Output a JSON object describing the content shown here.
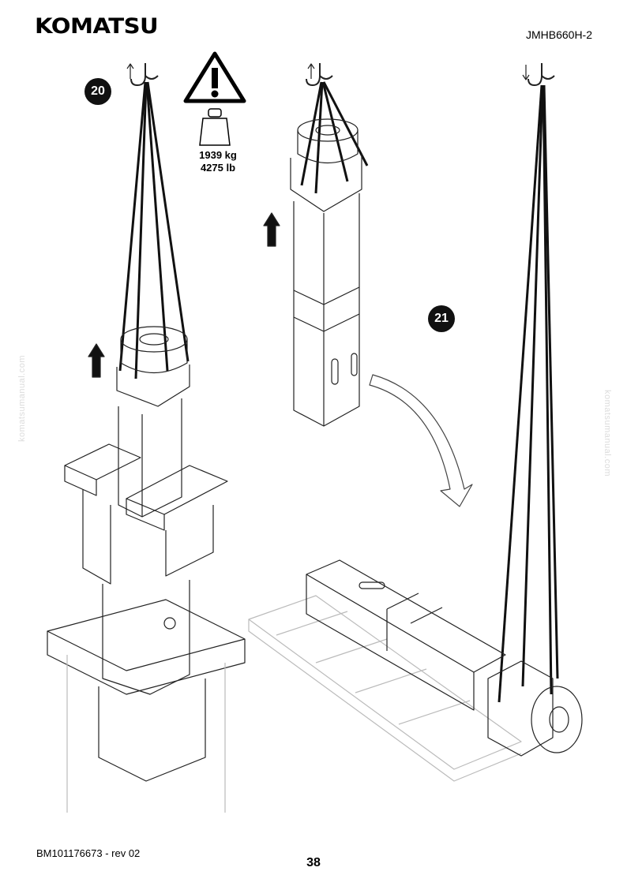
{
  "header": {
    "brand": "KOMATSU",
    "doc_id": "JMHB660H-2"
  },
  "steps": [
    {
      "number": "20"
    },
    {
      "number": "21"
    }
  ],
  "warning": {
    "weight_kg": "1939 kg",
    "weight_lb": "4275 lb",
    "icon": "warning-triangle-icon"
  },
  "watermark": "komatsumanual.com",
  "footer": {
    "doc_ref": "BM101176673 - rev 02",
    "page": "38"
  }
}
